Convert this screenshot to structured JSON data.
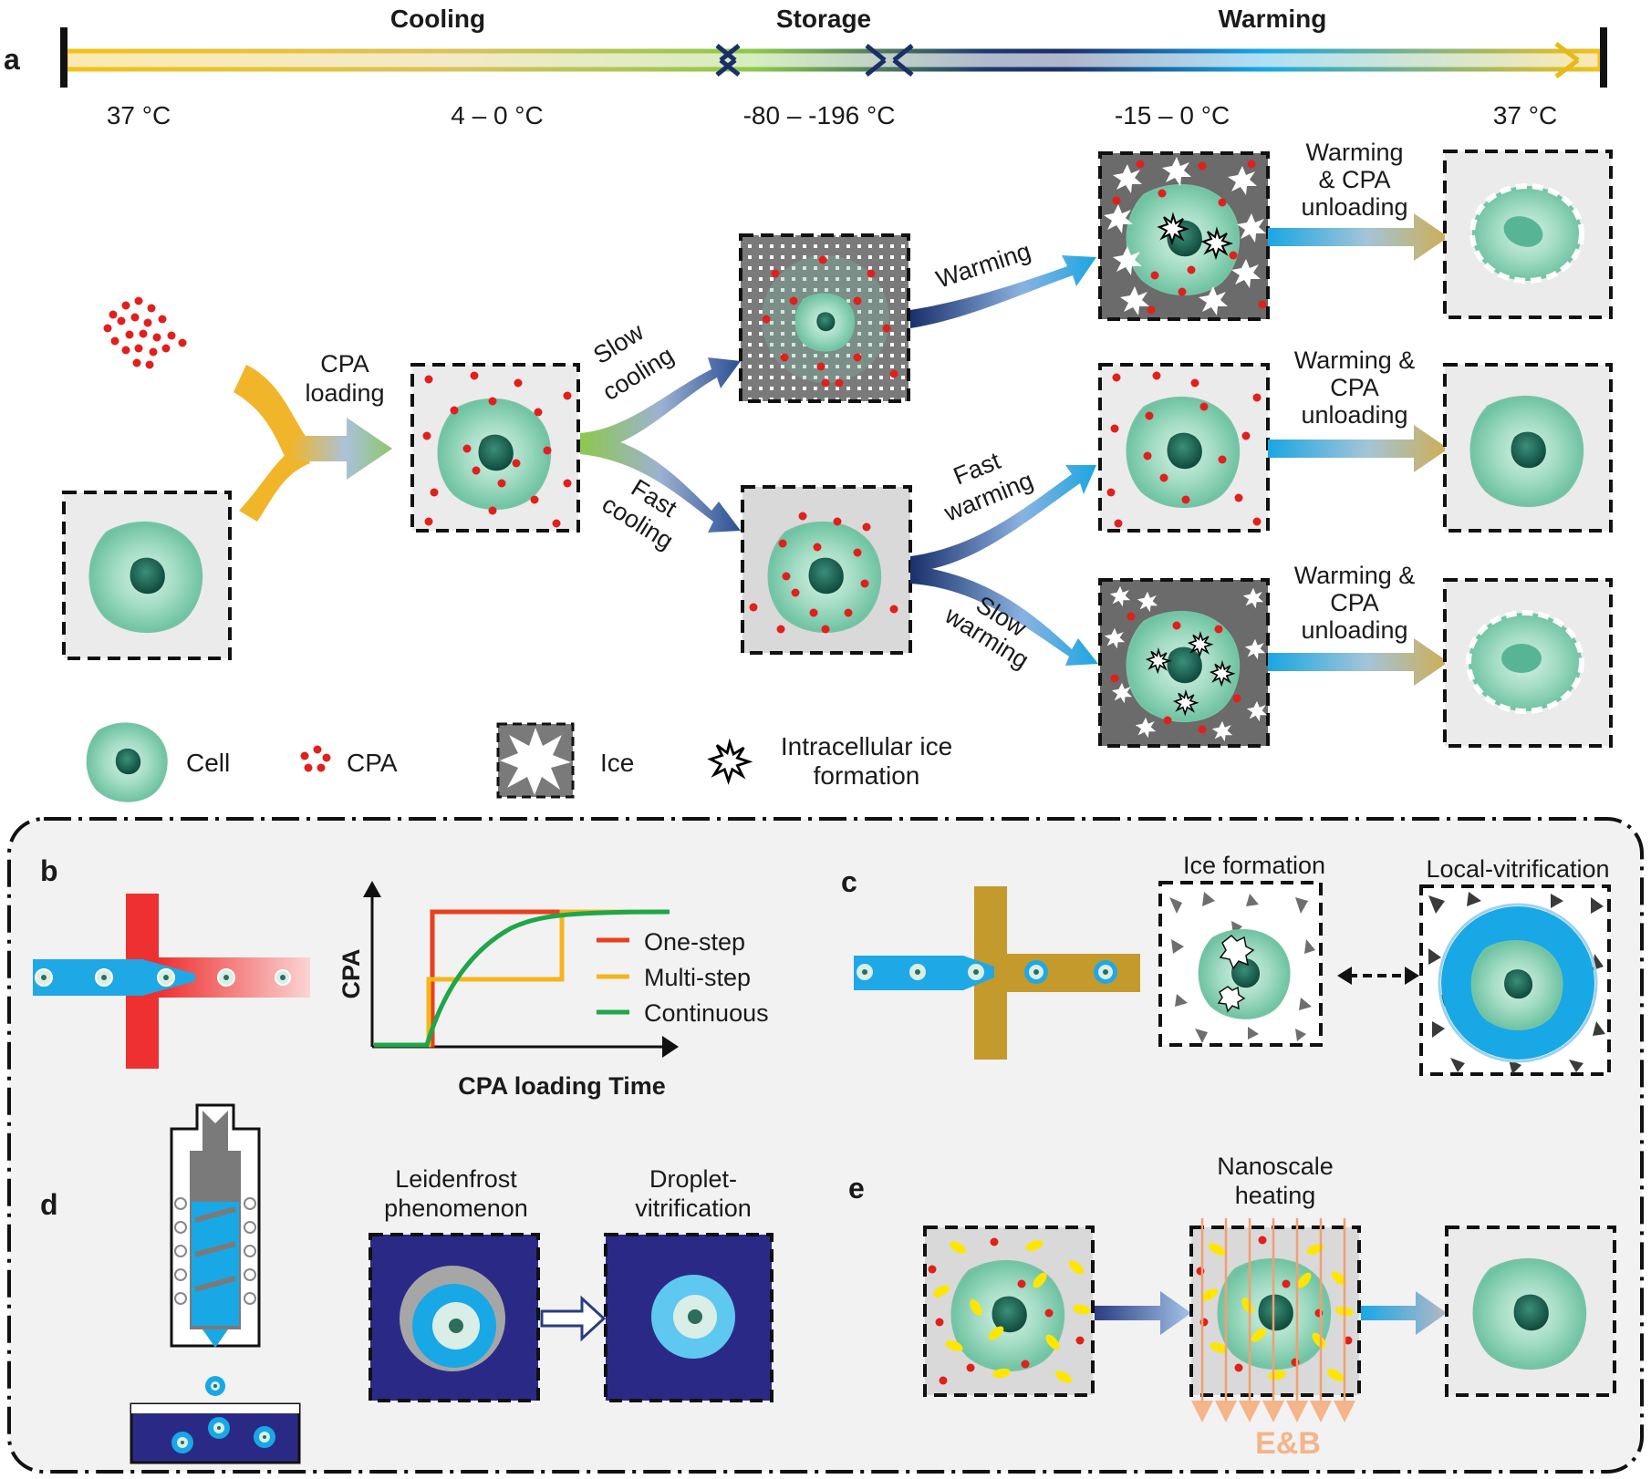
{
  "panels": {
    "a": "a",
    "b": "b",
    "c": "c",
    "d": "d",
    "e": "e"
  },
  "timeline": {
    "phases": [
      "Cooling",
      "Storage",
      "Warming"
    ],
    "temps": [
      "37 °C",
      "4 – 0 °C",
      "-80 – -196 °C",
      "-15 – 0 °C",
      "37 °C"
    ]
  },
  "panel_a": {
    "cpa_loading": [
      "CPA",
      "loading"
    ],
    "slow_cooling": [
      "Slow",
      "cooling"
    ],
    "fast_cooling": [
      "Fast",
      "cooling"
    ],
    "warming": "Warming",
    "fast_warming": [
      "Fast",
      "warming"
    ],
    "slow_warming": [
      "Slow",
      "warming"
    ],
    "unload_top": [
      "Warming",
      "& CPA",
      "unloading"
    ],
    "unload_mid": [
      "Warming &",
      "CPA",
      "unloading"
    ],
    "unload_bot": [
      "Warming &",
      "CPA",
      "unloading"
    ]
  },
  "legend": {
    "cell": "Cell",
    "cpa": "CPA",
    "ice": "Ice",
    "iif": [
      "Intracellular ice",
      "formation"
    ]
  },
  "panel_b": {
    "chart_data": {
      "type": "line",
      "xlabel": "CPA loading Time",
      "ylabel": "CPA",
      "series": [
        {
          "name": "One-step",
          "color": "#e8401c"
        },
        {
          "name": "Multi-step",
          "color": "#f5b51b"
        },
        {
          "name": "Continuous",
          "color": "#1fa64a"
        }
      ]
    }
  },
  "panel_c": {
    "ice_formation": "Ice formation",
    "local_vitrification": "Local-vitrification"
  },
  "panel_d": {
    "leidenfrost": [
      "Leidenfrost",
      "phenomenon"
    ],
    "droplet": [
      "Droplet-",
      "vitrification"
    ]
  },
  "panel_e": {
    "nanoscale": [
      "Nanoscale",
      "heating"
    ],
    "eb": "E&B"
  },
  "colors": {
    "cpa": "#e0201c",
    "ice_bg": "#6b6b6b",
    "cell": "#8fd4b8",
    "navy": "#2a2a86",
    "blue": "#18a8e6",
    "gold": "#c49a2c",
    "red": "#ee3030"
  }
}
